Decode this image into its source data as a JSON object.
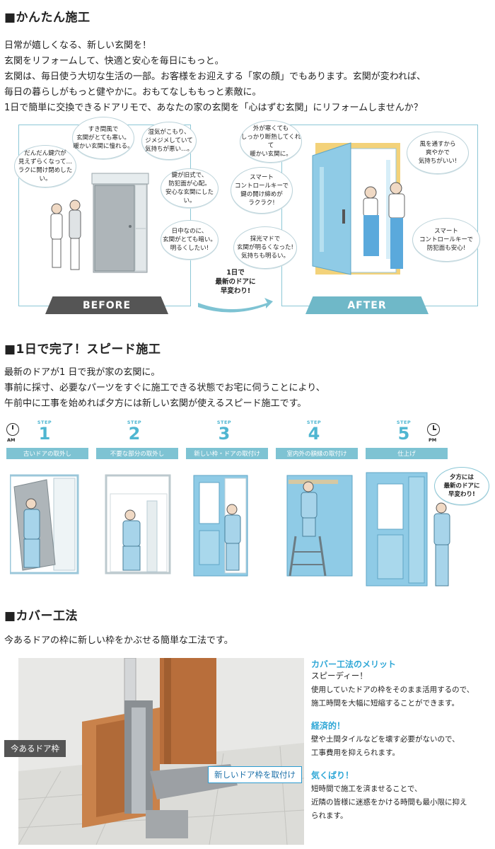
{
  "section1": {
    "heading": "■かんたん施工",
    "lines": [
      "日常が嬉しくなる、新しい玄関を！",
      "玄関をリフォームして、快適と安心を毎日にもっと。",
      "玄関は、毎日使う大切な生活の一部。お客様をお迎えする「家の顔」でもあります。玄関が変われば、",
      "毎日の暮らしがもっと健やかに。おもてなしももっと素敵に。",
      "1日で簡単に交換できるドアリモで、あなたの家の玄関を「心はずむ玄関」にリフォームしませんか？"
    ],
    "before": {
      "label": "BEFORE",
      "bubbles": [
        [
          "だんだん鍵穴が",
          "見えずらくなって…",
          "ラクに開け閉めしたい。"
        ],
        [
          "すき間風で",
          "玄関がとても寒い。",
          "暖かい玄関に憧れる。"
        ],
        [
          "湿気がこもり、",
          "ジメジメしていて",
          "気持ちが悪い…。"
        ],
        [
          "鍵が旧式で、",
          "防犯面が心配。",
          "安心な玄関にしたい。"
        ],
        [
          "日中なのに、",
          "玄関がとても暗い。",
          "明るくしたい!"
        ]
      ]
    },
    "middle": [
      "1日で",
      "最新のドアに",
      "早変わり!"
    ],
    "after": {
      "label": "AFTER",
      "bubbles": [
        [
          "外が寒くても",
          "しっかり断熱してくれて",
          "暖かい玄関に。"
        ],
        [
          "スマート",
          "コントロールキーで",
          "鍵の開け締めが",
          "ラクラク!"
        ],
        [
          "採光マドで",
          "玄関が明るくなった!",
          "気持ちも明るい。"
        ],
        [
          "風を通すから",
          "爽やかで",
          "気持ちがいい!"
        ],
        [
          "スマート",
          "コントロールキーで",
          "防犯面も安心!"
        ]
      ]
    }
  },
  "section2": {
    "heading": "■1日で完了！スピード施工",
    "lines": [
      "最新のドアが1 日で我が家の玄関に。",
      "事前に採寸、必要なパーツをすぐに施工できる状態でお宅に伺うことにより、",
      "午前中に工事を始めれば夕方には新しい玄関が使えるスピード施工です。"
    ],
    "am": "AM",
    "pm": "PM",
    "step_word": "STEP",
    "steps": [
      {
        "num": "1",
        "label": "古いドアの取外し"
      },
      {
        "num": "2",
        "label": "不要な部分の取外し"
      },
      {
        "num": "3",
        "label": "新しい枠・ドアの取付け"
      },
      {
        "num": "4",
        "label": "室内外の額縁の取付け"
      },
      {
        "num": "5",
        "label": "仕上げ"
      }
    ],
    "final_bubble": [
      "夕方には",
      "最新のドアに",
      "早変わり!"
    ]
  },
  "section3": {
    "heading": "■カバー工法",
    "lead": "今あるドアの枠に新しい枠をかぶせる簡単な工法です。",
    "callout_old": "今あるドア枠",
    "callout_new": "新しいドア枠を取付け",
    "merit_heading": "カバー工法のメリット",
    "merits": [
      {
        "title": "スピーディー！",
        "text": [
          "使用していたドアの枠をそのまま活用するので、",
          "施工時間を大幅に短縮することができます。"
        ]
      },
      {
        "title": "経済的！",
        "text": [
          "壁や土間タイルなどを壊す必要がないので、",
          "工事費用を抑えられます。"
        ]
      },
      {
        "title": "気くばり！",
        "text": [
          "短時間で施工を済ませることで、",
          "近隣の皆様に迷惑をかける時間も最小限に抑え",
          "られます。"
        ]
      }
    ]
  },
  "colors": {
    "accent": "#4fb6d1",
    "panel_border": "#8cc7d6",
    "before_tag": "#555555",
    "after_tag": "#6fb8c8",
    "door_blue": "#8fcbe6",
    "old_door": "#aeb5b9",
    "merit_blue": "#2fa7d6"
  }
}
